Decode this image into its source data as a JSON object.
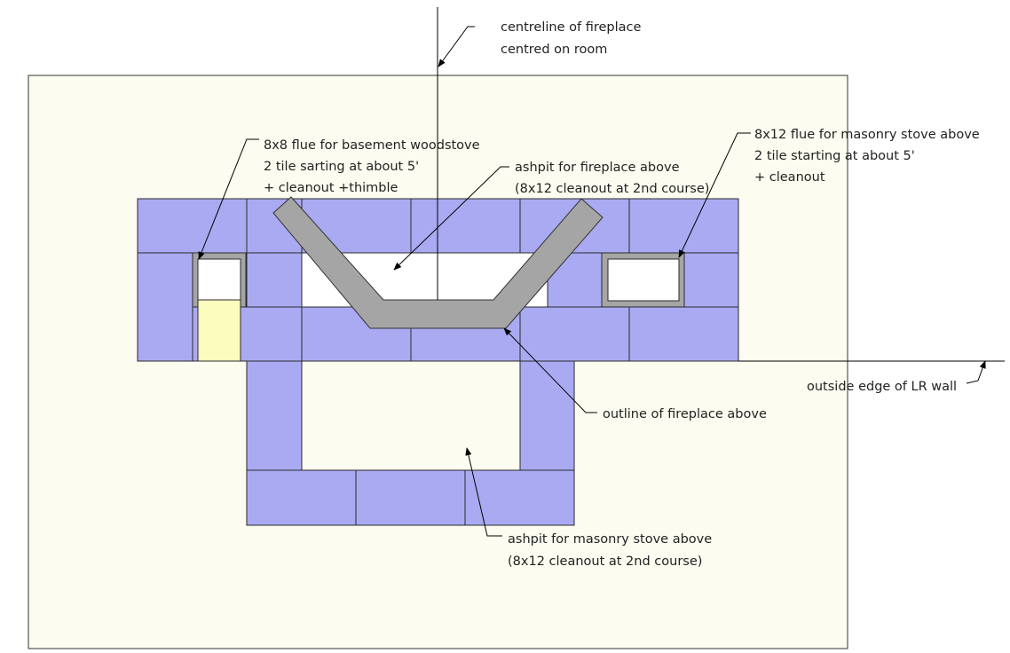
{
  "colors": {
    "background": "#fdfcf0",
    "block": "#a9aaf2",
    "flue_liner": "#a5a5a5",
    "cleanout": "#fdfcbf",
    "opening": "#ffffff",
    "fireplace_outline": "#a5a5a5"
  },
  "annotations": {
    "centreline": {
      "line1": "centreline of fireplace",
      "line2": "centred on room"
    },
    "flue_8x8": {
      "line1": "8x8 flue for basement woodstove",
      "line2": "2 tile sarting at about 5'",
      "line3": "+ cleanout +thimble"
    },
    "ashpit_fireplace": {
      "line1": "ashpit for fireplace above",
      "line2": "(8x12 cleanout at 2nd course)"
    },
    "flue_8x12": {
      "line1": "8x12 flue for masonry stove above",
      "line2": "2 tile starting at about 5'",
      "line3": "+ cleanout"
    },
    "lr_wall": {
      "line1": "outside edge of LR wall"
    },
    "fireplace_outline": {
      "line1": "outline of fireplace above"
    },
    "ashpit_stove": {
      "line1": "ashpit for masonry stove above",
      "line2": "(8x12 cleanout at 2nd course)"
    }
  }
}
